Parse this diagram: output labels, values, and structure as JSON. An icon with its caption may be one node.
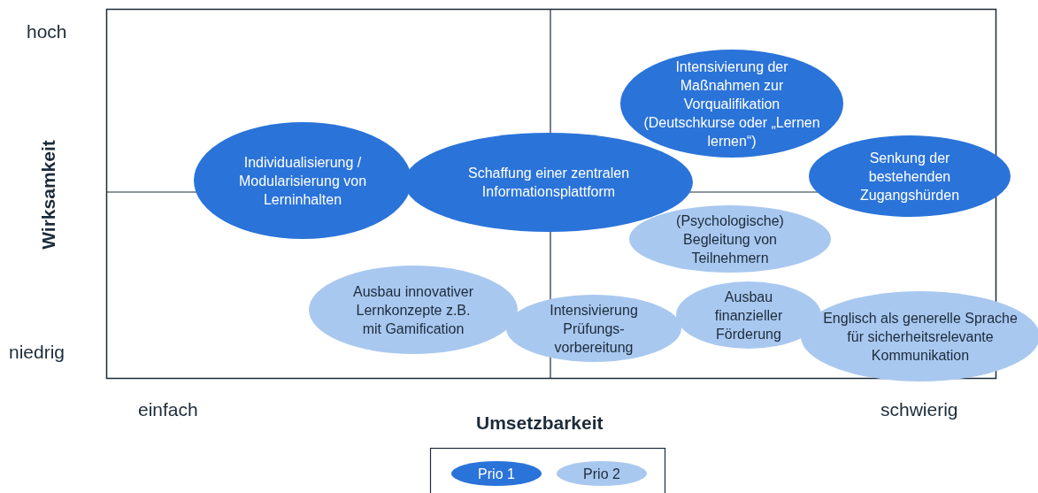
{
  "diagram": {
    "nodes": [
      {
        "text": [
          "Intensivierung der Maßnahmen zur Vorqualifikation (Deutschkurse oder „Lernen lernen“)"
        ]
      },
      {
        "text": [
          "Individualisierung / Modularisierung von Lerninhalten"
        ]
      },
      {
        "text": [
          "Schaffung einer zentralen Informationsplattform"
        ]
      },
      {
        "text": [
          "Senkung der bestehenden Zugangshürden"
        ]
      },
      {
        "text": [
          "(Psychologische) Begleitung von Teilnehmern"
        ]
      },
      {
        "text": [
          "Ausbau innovativer Lernkonzepte z.B. mit Gamification"
        ]
      },
      {
        "text": [
          "Intensivierung Prüfungs-vorbereitung"
        ]
      },
      {
        "text": [
          "Ausbau finanzieller Förderung"
        ]
      },
      {
        "text": [
          "Englisch als generelle Sprache für sicherheitsrelevante Kommunikation"
        ]
      }
    ],
    "edges": [],
    "labels": [
      "hoch",
      "Wirksamkeit",
      "niedrig",
      "einfach",
      "Umsetzbarkeit",
      "schwierig"
    ],
    "legend": [
      {
        "text": "Prio 1",
        "color": "#2a73d9"
      },
      {
        "text": "Prio 2",
        "color": "#a9c8f0"
      }
    ]
  }
}
